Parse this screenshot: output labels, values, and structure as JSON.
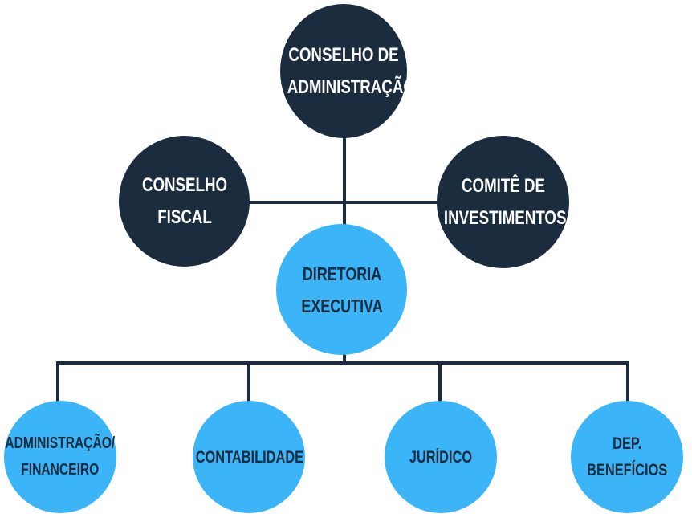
{
  "org_chart": {
    "conselho_administracao": "CONSELHO DE ADMINISTRAÇÃO",
    "conselho_fiscal": "CONSELHO FISCAL",
    "comite_investimentos": "COMITÊ DE INVESTIMENTOS",
    "diretoria_executiva": "DIRETORIA EXECUTIVA",
    "departments": [
      "ADMINISTRAÇÃO/ FINANCEIRO",
      "CONTABILIDADE",
      "JURÍDICO",
      "DEP. BENEFÍCIOS"
    ]
  },
  "colors": {
    "dark_node": "#1b2c3f",
    "light_node": "#3cb4f8",
    "connector": "#1b2c3f"
  }
}
